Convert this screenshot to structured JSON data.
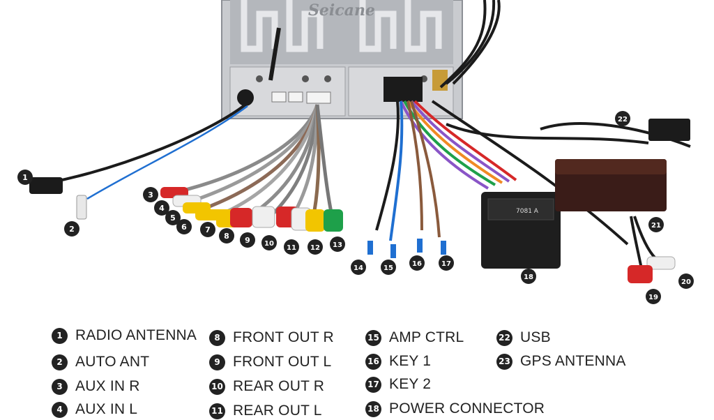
{
  "brand": {
    "logo_text": "Seicane"
  },
  "diagram": {
    "plug_labels": {
      "main_connector": "7081 A"
    },
    "callouts": [
      "1",
      "2",
      "3",
      "4",
      "5",
      "6",
      "7",
      "8",
      "9",
      "10",
      "11",
      "12",
      "13",
      "14",
      "15",
      "16",
      "17",
      "18",
      "19",
      "20",
      "21",
      "22"
    ],
    "colors": {
      "red": "#d62828",
      "white": "#efefef",
      "yellow": "#f2c500",
      "green": "#1ea04a",
      "blue": "#1f6fd1",
      "purple": "#8a55c7",
      "orange": "#f08a24",
      "brown": "#8a5a3c",
      "black": "#1b1b1b",
      "gray": "#9a9a9a"
    }
  },
  "legend": {
    "items": [
      {
        "num": "1",
        "label": "RADIO ANTENNA"
      },
      {
        "num": "2",
        "label": "AUTO ANT"
      },
      {
        "num": "3",
        "label": "AUX IN R"
      },
      {
        "num": "4",
        "label": "AUX IN L"
      },
      {
        "num": "8",
        "label": "FRONT OUT R"
      },
      {
        "num": "9",
        "label": "FRONT OUT L"
      },
      {
        "num": "10",
        "label": "REAR OUT R"
      },
      {
        "num": "11",
        "label": "REAR OUT L"
      },
      {
        "num": "15",
        "label": "AMP CTRL"
      },
      {
        "num": "16",
        "label": "KEY 1"
      },
      {
        "num": "17",
        "label": "KEY 2"
      },
      {
        "num": "18",
        "label": "POWER CONNECTOR"
      },
      {
        "num": "22",
        "label": "USB"
      },
      {
        "num": "23",
        "label": "GPS ANTENNA"
      }
    ]
  }
}
